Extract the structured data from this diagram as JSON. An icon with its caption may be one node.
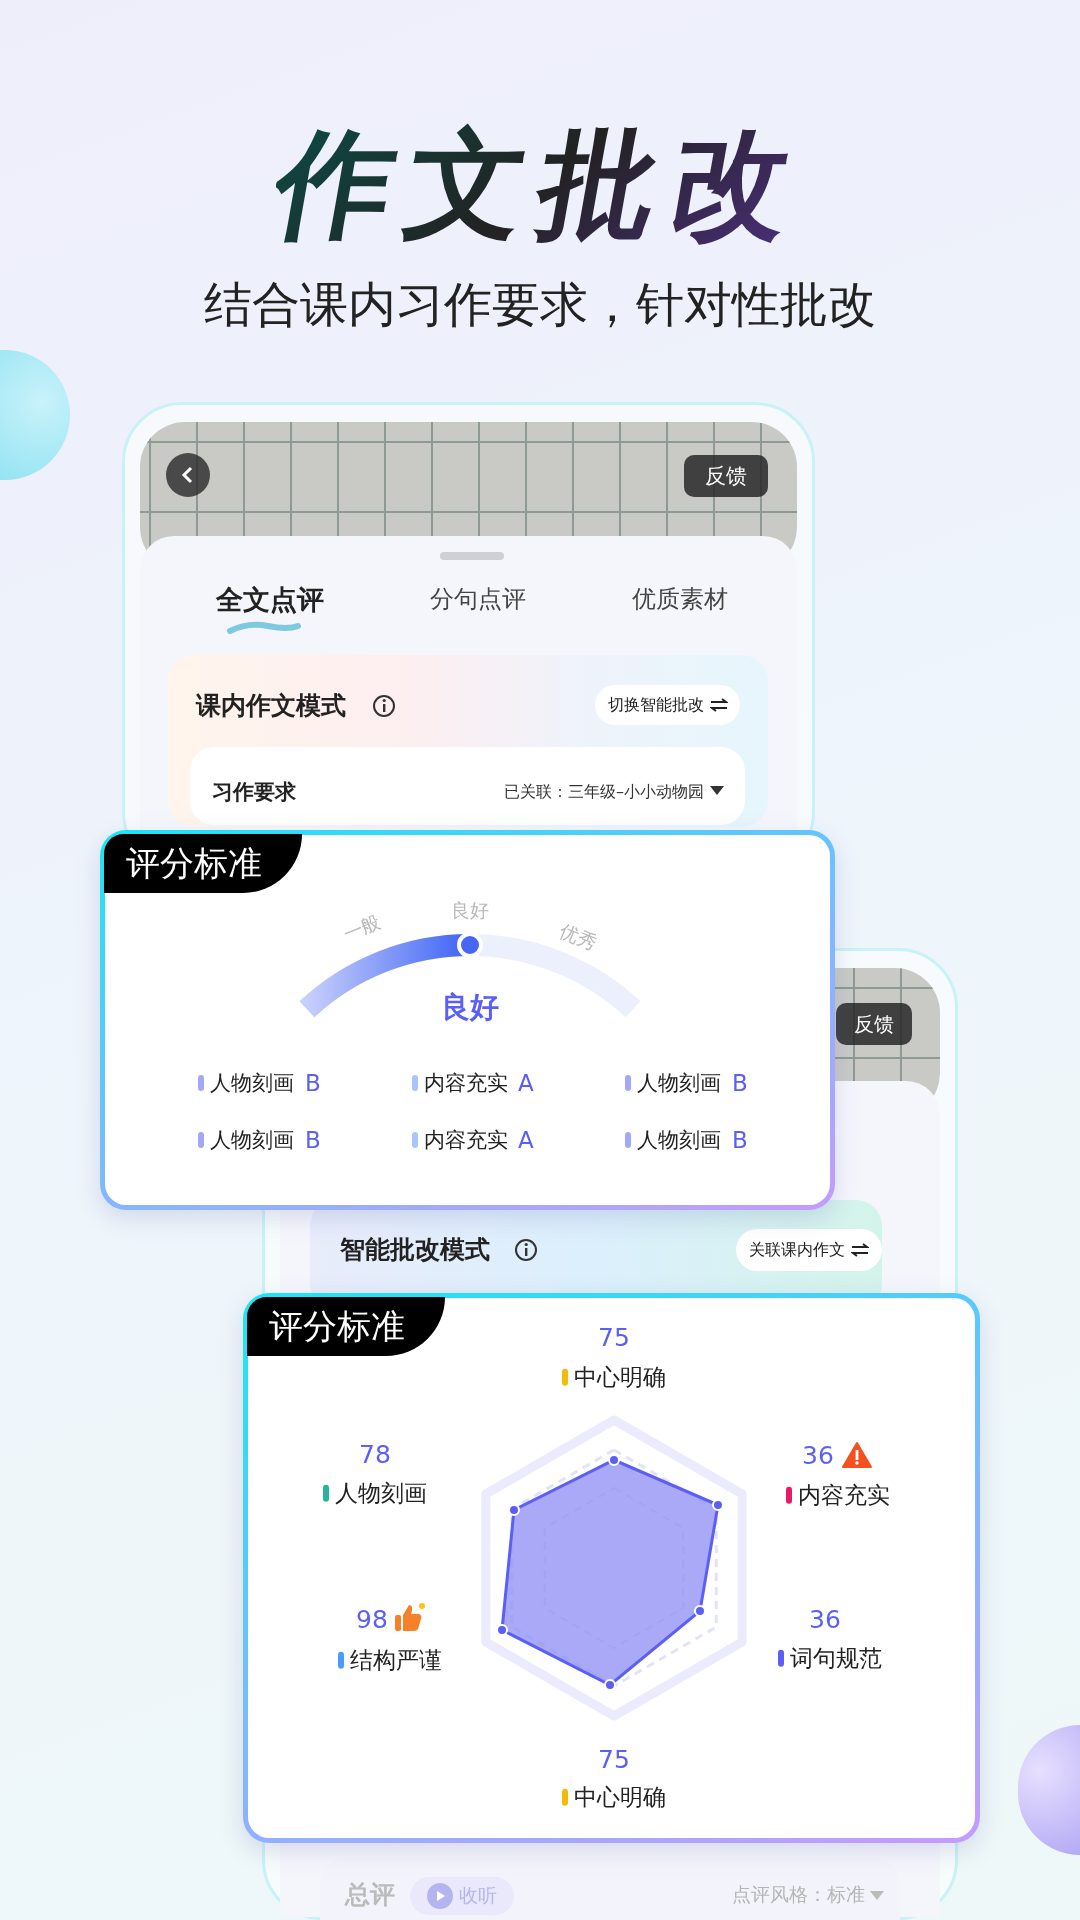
{
  "diagram": {
    "title": "作文批改",
    "nodes": [
      {
        "text": [
          "反馈"
        ]
      },
      {
        "text": [
          "课内作文模式"
        ]
      },
      {
        "text": [
          "切换智能批改"
        ],
        "in": 1
      },
      {
        "text": [
          "习作要求",
          "已关联：三年级–小小动物园"
        ],
        "in": 1
      },
      {
        "text": [
          "评分标准",
          "一般",
          "良好",
          "优秀",
          "良好",
          "人物刻画",
          "B",
          "内容充实",
          "A",
          "人物刻画",
          "B",
          "人物刻画",
          "B",
          "内容充实",
          "A",
          "人物刻画",
          "B"
        ]
      },
      {
        "text": [
          "反馈"
        ]
      },
      {
        "text": [
          "智能批改模式"
        ]
      },
      {
        "text": [
          "关联课内作文"
        ],
        "in": 6
      },
      {
        "text": [
          "评分标准",
          "75",
          "中心明确",
          "78",
          "人物刻画",
          "36",
          "内容充实",
          "98",
          "结构严谨",
          "36",
          "词句规范",
          "75",
          "中心明确"
        ]
      },
      {
        "text": [
          "总评",
          "点评风格：标准"
        ]
      },
      {
        "text": [
          "收听"
        ],
        "in": 9
      }
    ],
    "labels": [
      "结合课内习作要求，针对性批改",
      "全文点评",
      "分句点评",
      "优质素材"
    ]
  }
}
